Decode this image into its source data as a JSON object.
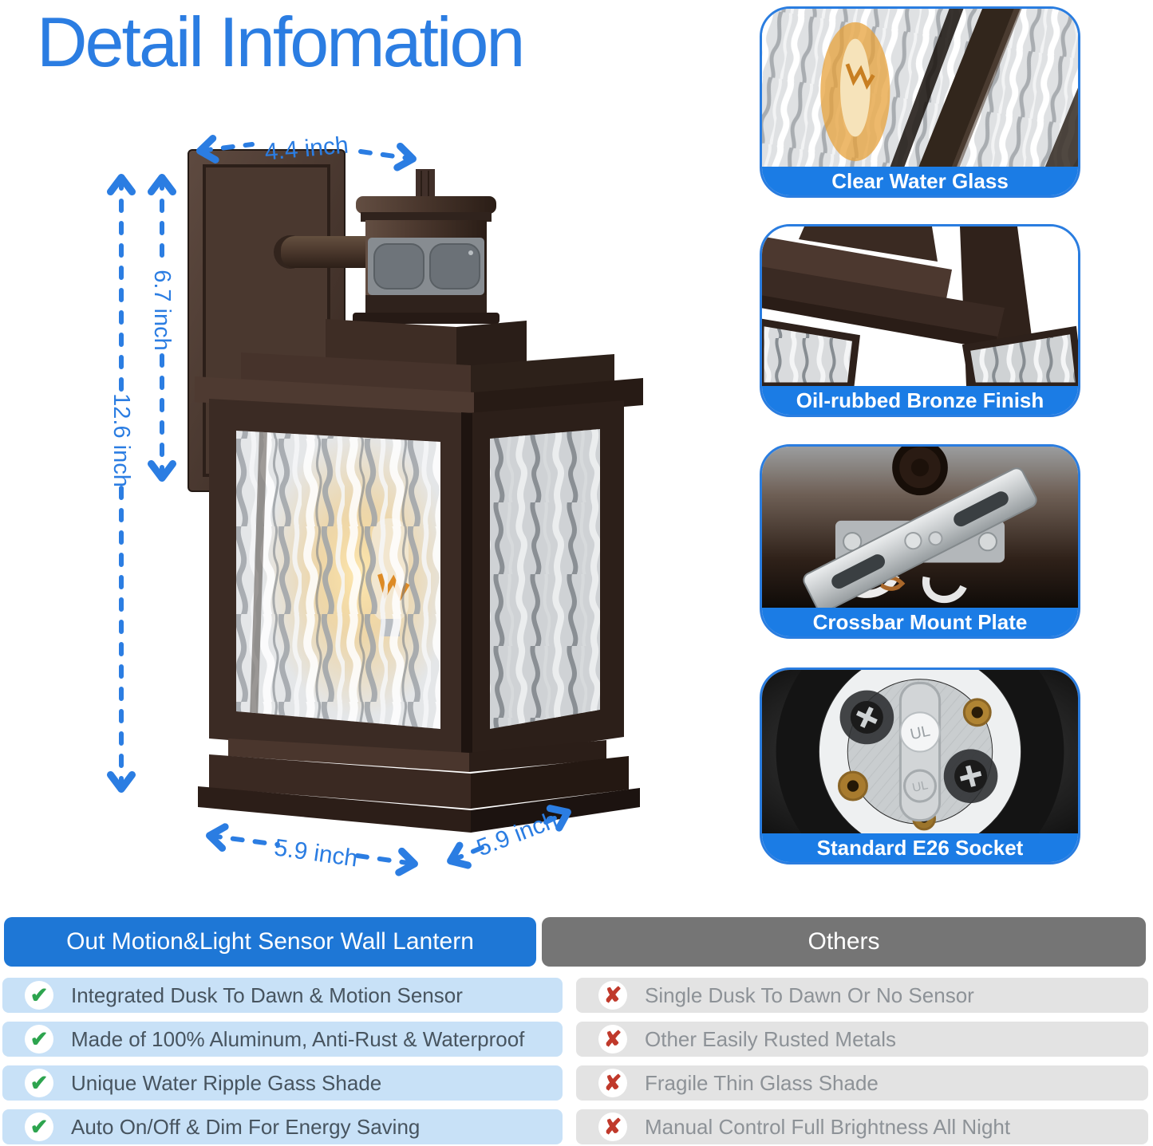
{
  "page": {
    "title": "Detail Infomation"
  },
  "colors": {
    "accent_blue": "#2b7de2",
    "label_bar_blue": "#1b7ce5",
    "header_left_blue": "#1e77d6",
    "header_right_gray": "#757575",
    "row_left_blue": "#c8e1f7",
    "row_right_gray": "#e3e3e3",
    "check_green": "#2da44e",
    "cross_red": "#c0392b",
    "bronze_finish": "#43322b"
  },
  "dimensions": {
    "width_top": "4.4 inch",
    "height_upper": "6.7 inch",
    "height_total": "12.6 inch",
    "base_front": "5.9 inch",
    "base_side": "5.9 inch"
  },
  "detail_cards": [
    {
      "label": "Clear Water Glass"
    },
    {
      "label": "Oil-rubbed Bronze Finish"
    },
    {
      "label": "Crossbar Mount Plate"
    },
    {
      "label": "Standard E26 Socket",
      "marking": "UL"
    }
  ],
  "comparison": {
    "left": {
      "header": "Out Motion&Light Sensor Wall Lantern",
      "icon_glyph": "✔",
      "rows": [
        "Integrated Dusk To Dawn & Motion Sensor",
        "Made of 100% Aluminum, Anti-Rust & Waterproof",
        "Unique Water Ripple Gass Shade",
        "Auto On/Off & Dim For Energy Saving"
      ]
    },
    "right": {
      "header": "Others",
      "icon_glyph": "✘",
      "rows": [
        "Single Dusk To Dawn Or No Sensor",
        "Other Easily Rusted Metals",
        "Fragile Thin Glass Shade",
        "Manual Control Full Brightness All Night"
      ]
    }
  }
}
